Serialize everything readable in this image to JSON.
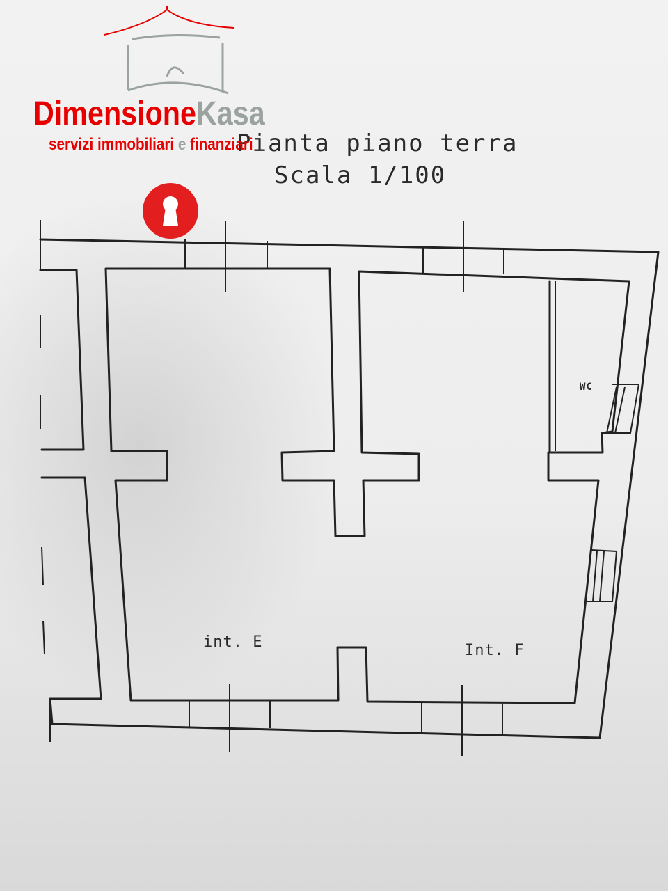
{
  "plan": {
    "title_line1": "Pianta piano terra",
    "title_line2": "Scala  1/100",
    "rooms": [
      {
        "label": "int. E"
      },
      {
        "label": "Int. F"
      },
      {
        "label": "WC"
      }
    ]
  },
  "watermark": {
    "brand_part1": "Dimensione",
    "brand_part2": "Kasa",
    "tagline_part1": "servizi immobiliari ",
    "tagline_part2": "e",
    "tagline_part3": " finanziari",
    "colors": {
      "red": "#e60000",
      "gray": "#9aa39e",
      "pin": "#e21e1e"
    }
  }
}
